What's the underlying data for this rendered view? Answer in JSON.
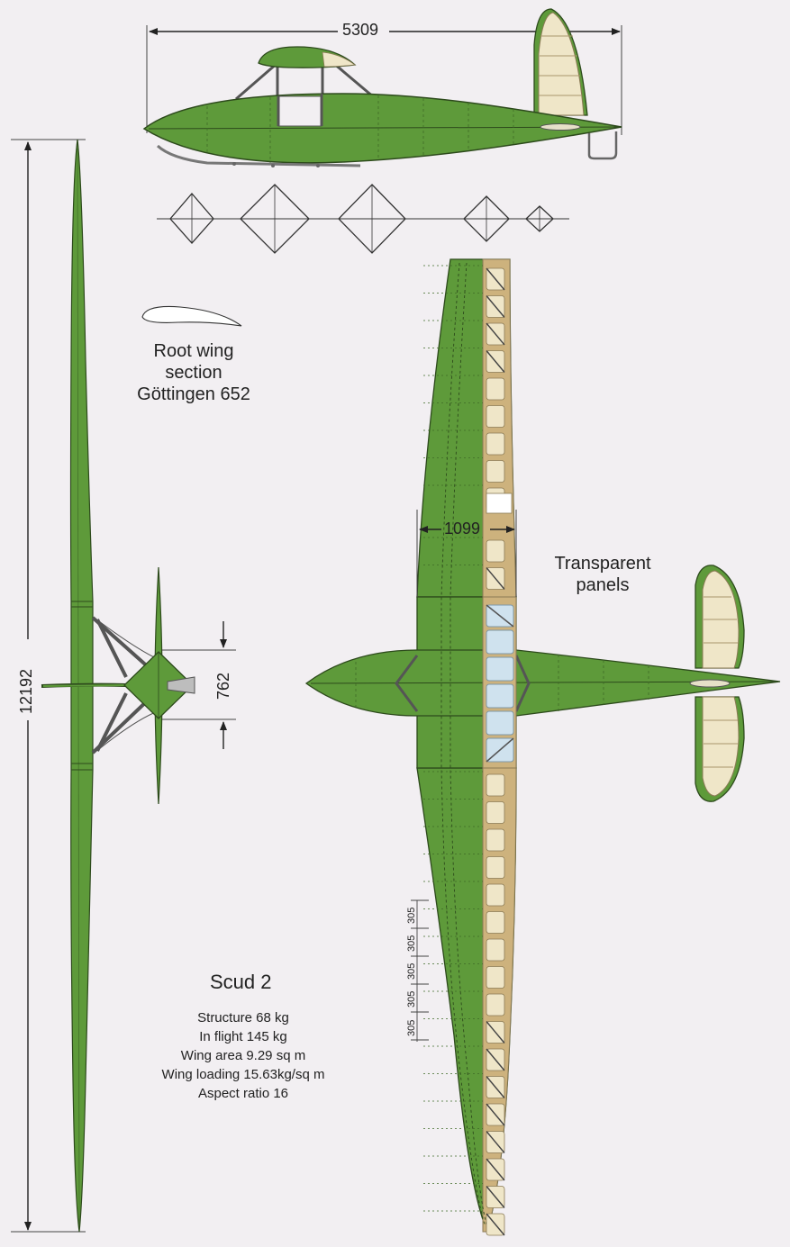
{
  "dimensions": {
    "length": "5309",
    "span": "12192",
    "center_chord": "1099",
    "tail_span": "762",
    "segment": "305"
  },
  "labels": {
    "airfoil_line1": "Root wing",
    "airfoil_line2": "section",
    "airfoil_line3": "Göttingen 652",
    "transparent_line1": "Transparent",
    "transparent_line2": "panels"
  },
  "aircraft": {
    "name": "Scud 2",
    "specs": [
      "Structure 68 kg",
      "In flight 145 kg",
      "Wing area 9.29 sq m",
      "Wing loading 15.63kg/sq m",
      "Aspect ratio 16"
    ]
  },
  "colors": {
    "wing_green": "#5e9a3a",
    "fabric_cream": "#efe6c8",
    "frame_tan": "#cdb27d",
    "canopy_blue": "#cfe2ee",
    "background": "#f2eff2"
  }
}
